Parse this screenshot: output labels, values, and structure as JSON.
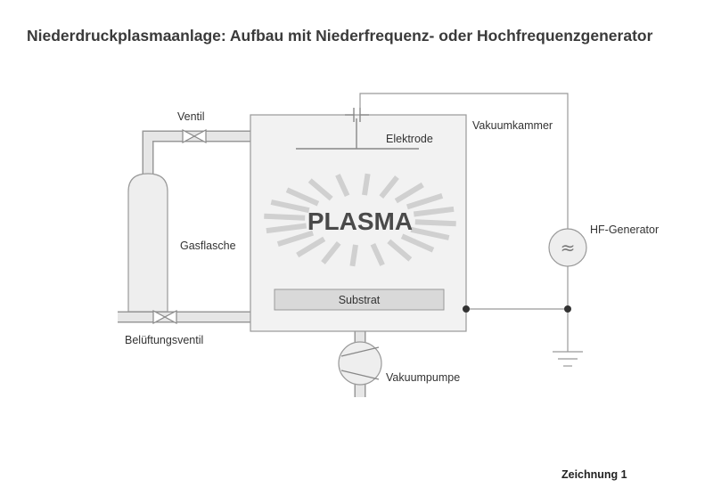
{
  "title": "Niederdruckplasmaanlage: Aufbau mit Niederfrequenz- oder Hochfrequenzgenerator",
  "labels": {
    "ventil": "Ventil",
    "vakuumkammer": "Vakuumkammer",
    "elektrode": "Elektrode",
    "gasflasche": "Gasflasche",
    "hf_generator": "HF-Generator",
    "substrat": "Substrat",
    "belueftungsventil": "Belüftungsventil",
    "vakuumpumpe": "Vakuumpumpe",
    "plasma": "PLASMA"
  },
  "generator_symbol": "≈",
  "footer": "Zeichnung 1",
  "colors": {
    "line": "#999999",
    "pipe_fill": "#e6e6e6",
    "chamber_fill": "#f2f2f2",
    "substrate_fill": "#d9d9d9",
    "ray": "#d0d0d0",
    "node": "#333333",
    "text": "#333333"
  }
}
